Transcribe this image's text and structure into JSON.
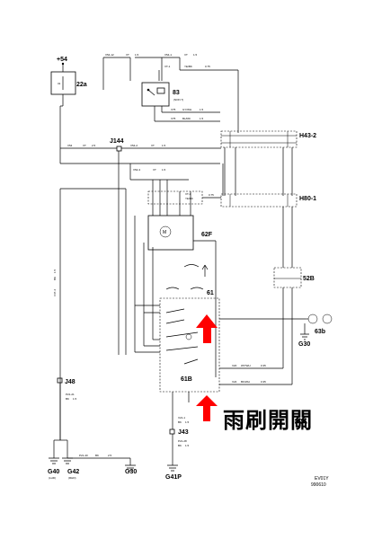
{
  "components": {
    "power_supply": "+54",
    "fuse": "22a",
    "fuse_inner": "31",
    "relay_83": "83",
    "connector_h43_2": "H43-2",
    "junction_j144": "J144",
    "connector_h80_1": "H80-1",
    "wiper_motor": "62F",
    "washer_pump": "52B",
    "switch_61": "61",
    "wiper_switch": "61B",
    "horn": "63b",
    "ground_g30_right": "G30",
    "junction_j48": "J48",
    "junction_j43": "J43",
    "ground_g40": "G40",
    "ground_g42": "G42",
    "ground_g30_bottom": "G30",
    "ground_g41p": "G41P"
  },
  "wire_labels": {
    "top1": "V54-12",
    "top2": "VT",
    "top3": "1.5",
    "top4": "V54-1",
    "top5": "VT",
    "top6": "1.5",
    "top7": "VT-1",
    "top8": "YE/BK",
    "top9": "0.75",
    "r83_label": "(NON 7)",
    "mid1": "V75",
    "mid2": "GY/WH",
    "mid3": "1.5",
    "mid4": "V75",
    "mid5": "BL/RD",
    "mid6": "1.5",
    "j144_a": "V54",
    "j144_b": "VT",
    "j144_c": "2.5",
    "j144_d": "V54-2",
    "j144_e": "VT",
    "j144_f": "1.5",
    "m1": "V54-3",
    "m2": "VT",
    "m3": "1.5",
    "m4": "VT-1",
    "m5": "YE/BK",
    "m6": "0.75",
    "ws1": "V20",
    "ws2": "WT/WH",
    "ws3": "0.35",
    "ws4": "V24",
    "ws5": "BK/WH",
    "ws6": "0.35",
    "left1": "V47-4",
    "left2": "BK",
    "left3": "1.5",
    "j48_a": "P21-21",
    "j48_b": "BK",
    "j48_c": "1.5",
    "j43_a": "V21-1",
    "j43_b": "BK",
    "j43_c": "1.5",
    "j43_d": "P21-28",
    "j43_e": "BK",
    "j43_f": "1.5",
    "g_a": "P21-40",
    "g_b": "BK",
    "g_c": "2.5",
    "g40_note": "(LHD)",
    "g42_note": "(RHD)"
  },
  "callout": {
    "text": "雨刷開關"
  },
  "doc_ref": {
    "line1": "EV01Y",
    "line2": "990610"
  }
}
